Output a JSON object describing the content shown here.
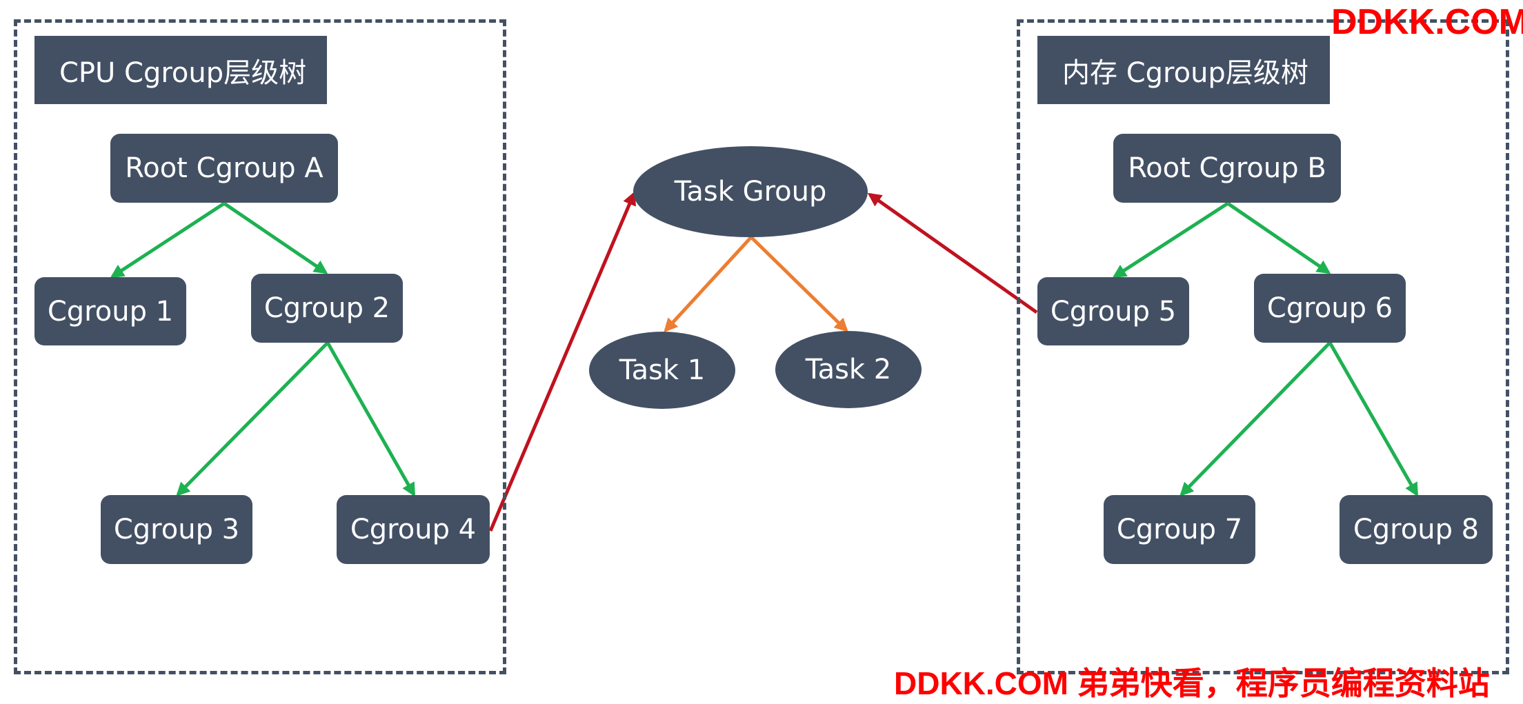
{
  "colors": {
    "node_fill": "#435064",
    "tree_edge": "#1db151",
    "task_edge": "#ed7d31",
    "link_edge": "#c0121f",
    "watermark": "#ff0000"
  },
  "cpu_tree": {
    "title": "CPU Cgroup层级树",
    "root": "Root Cgroup A",
    "cgroup1": "Cgroup 1",
    "cgroup2": "Cgroup 2",
    "cgroup3": "Cgroup 3",
    "cgroup4": "Cgroup 4"
  },
  "mem_tree": {
    "title": "内存 Cgroup层级树",
    "root": "Root Cgroup B",
    "cgroup5": "Cgroup 5",
    "cgroup6": "Cgroup 6",
    "cgroup7": "Cgroup 7",
    "cgroup8": "Cgroup 8"
  },
  "task_group": {
    "name": "Task Group",
    "task1": "Task 1",
    "task2": "Task 2"
  },
  "watermark": {
    "top": "DDKK.COM",
    "bottom": "DDKK.COM 弟弟快看，程序员编程资料站"
  }
}
